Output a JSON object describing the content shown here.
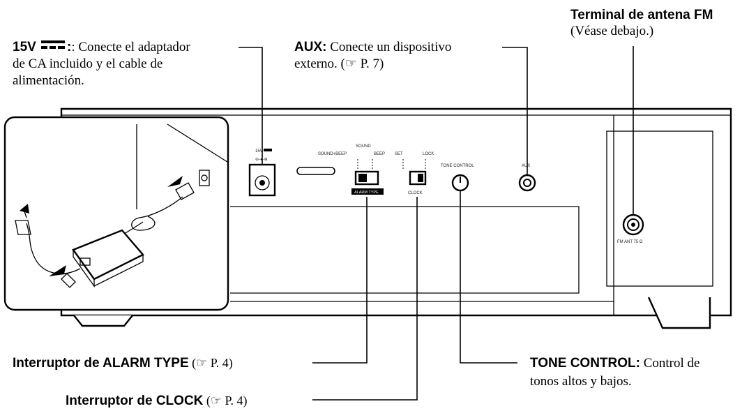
{
  "callouts": {
    "power": {
      "bold": "15V",
      "line1": ": Conecte el adaptador",
      "line2": "de CA incluido y el cable de",
      "line3": "alimentación."
    },
    "aux": {
      "bold": "AUX:",
      "line1": " Conecte un dispositivo",
      "line2": "externo. (☞ P. 7)"
    },
    "fm": {
      "bold": "Terminal de antena FM",
      "line2": "(Véase debajo.)"
    },
    "alarm_type": {
      "bold": "Interruptor de ALARM TYPE",
      "ref": " (☞ P. 4)"
    },
    "clock": {
      "bold": "Interruptor de CLOCK",
      "ref": " (☞ P. 4)"
    },
    "tone": {
      "bold": "TONE CONTROL:",
      "line1": " Control de",
      "line2": "tonos altos y bajos."
    }
  },
  "panel_labels": {
    "power_rating": "15V",
    "sound_beep": "SOUND+BEEP",
    "sound": "SOUND",
    "beep": "BEEP",
    "alarm_type": "ALARM TYPE",
    "set": "SET",
    "lock": "LOCK",
    "clock": "CLOCK",
    "tone_control": "TONE CONTROL",
    "aux": "AUX",
    "fm_ant": "FM ANT 75 Ω"
  }
}
